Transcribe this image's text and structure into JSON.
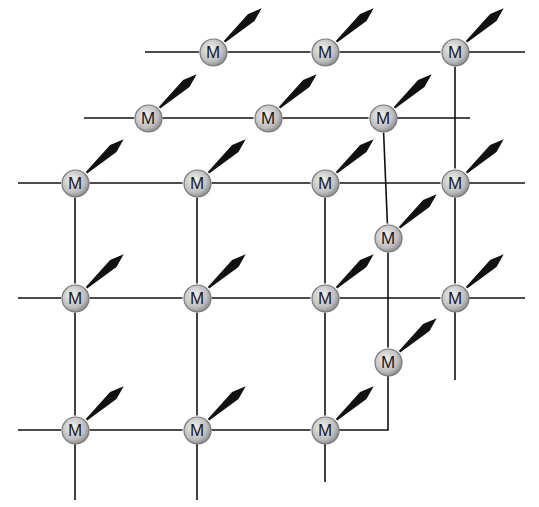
{
  "diagram": {
    "nodes": [
      {
        "text": [
          "M"
        ]
      },
      {
        "text": [
          "M"
        ]
      },
      {
        "text": [
          "M"
        ]
      },
      {
        "text": [
          "M"
        ]
      },
      {
        "text": [
          "M"
        ]
      },
      {
        "text": [
          "M"
        ]
      },
      {
        "text": [
          "M"
        ]
      },
      {
        "text": [
          "M"
        ]
      },
      {
        "text": [
          "M"
        ]
      },
      {
        "text": [
          "M"
        ]
      },
      {
        "text": [
          "M"
        ]
      },
      {
        "text": [
          "M"
        ]
      },
      {
        "text": [
          "M"
        ]
      },
      {
        "text": [
          "M"
        ]
      },
      {
        "text": [
          "M"
        ]
      },
      {
        "text": [
          "M"
        ]
      },
      {
        "text": [
          "M"
        ]
      },
      {
        "text": [
          "M"
        ]
      },
      {
        "text": [
          "M"
        ]
      }
    ],
    "edges": [
      {
        "from": 0,
        "to": 1,
        "arrow": "none"
      },
      {
        "from": 1,
        "to": 2,
        "arrow": "none"
      },
      {
        "from": 3,
        "to": 4,
        "arrow": "none"
      },
      {
        "from": 4,
        "to": 5,
        "arrow": "none"
      },
      {
        "from": 6,
        "to": 7,
        "arrow": "none"
      },
      {
        "from": 7,
        "to": 8,
        "arrow": "none"
      },
      {
        "from": 8,
        "to": 9,
        "arrow": "none"
      },
      {
        "from": 11,
        "to": 12,
        "arrow": "none"
      },
      {
        "from": 12,
        "to": 13,
        "arrow": "none"
      },
      {
        "from": 13,
        "to": 14,
        "arrow": "none"
      },
      {
        "from": 16,
        "to": 17,
        "arrow": "none"
      },
      {
        "from": 17,
        "to": 18,
        "arrow": "none"
      },
      {
        "from": 6,
        "to": 11,
        "arrow": "none"
      },
      {
        "from": 11,
        "to": 16,
        "arrow": "none"
      },
      {
        "from": 7,
        "to": 12,
        "arrow": "none"
      },
      {
        "from": 12,
        "to": 17,
        "arrow": "none"
      },
      {
        "from": 8,
        "to": 13,
        "arrow": "none"
      },
      {
        "from": 13,
        "to": 18,
        "arrow": "none"
      },
      {
        "from": 2,
        "to": 9,
        "arrow": "none"
      },
      {
        "from": 9,
        "to": 14,
        "arrow": "none"
      },
      {
        "from": 5,
        "to": 10,
        "arrow": "none"
      },
      {
        "from": 10,
        "to": 15,
        "arrow": "none"
      }
    ]
  }
}
